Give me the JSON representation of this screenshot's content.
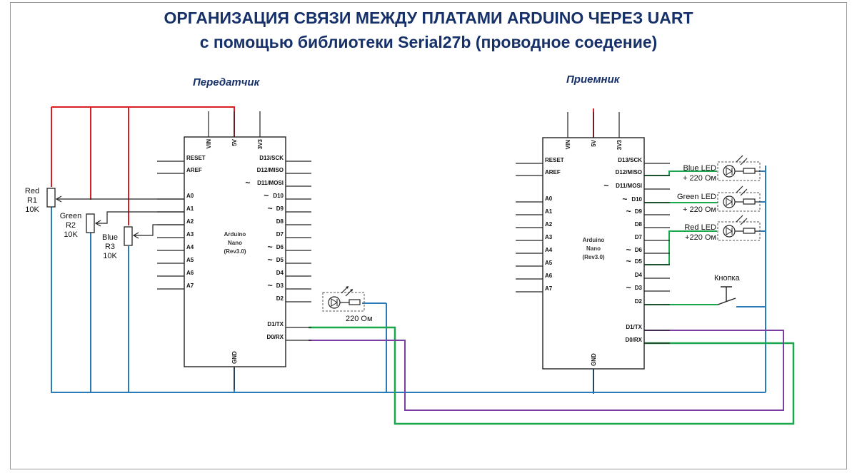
{
  "title": {
    "line1": "ОРГАНИЗАЦИЯ СВЯЗИ МЕЖДУ ПЛАТАМИ ARDUINO ЧЕРЕЗ UART",
    "line2": "с помощью библиотеки Serial27b (проводное соедение)"
  },
  "transmitter": {
    "label": "Передатчик",
    "top_pins": [
      "VIN",
      "5V",
      "3V3"
    ],
    "left_pins": [
      "RESET",
      "AREF",
      "A0",
      "A1",
      "A2",
      "A3",
      "A4",
      "A5",
      "A6",
      "A7"
    ],
    "right_pins": [
      "D13/SCK",
      "D12/MISO",
      "D11/MOSI",
      "D10",
      "D9",
      "D8",
      "D7",
      "D6",
      "D5",
      "D4",
      "D3",
      "D2",
      "D1/TX",
      "D0/RX"
    ],
    "bottom_pin": "GND",
    "chip": [
      "Arduino",
      "Nano",
      "(Rev3.0)"
    ],
    "led_resistor": "220 Ом",
    "pots": [
      {
        "name": "Red",
        "ref": "R1",
        "value": "10K"
      },
      {
        "name": "Green",
        "ref": "R2",
        "value": "10K"
      },
      {
        "name": "Blue",
        "ref": "R3",
        "value": "10K"
      }
    ]
  },
  "receiver": {
    "label": "Приемник",
    "top_pins": [
      "VIN",
      "5V",
      "3V3"
    ],
    "left_pins": [
      "RESET",
      "AREF",
      "A0",
      "A1",
      "A2",
      "A3",
      "A4",
      "A5",
      "A6",
      "A7"
    ],
    "right_pins": [
      "D13/SCK",
      "D12/MISO",
      "D11/MOSI",
      "D10",
      "D9",
      "D8",
      "D7",
      "D6",
      "D5",
      "D4",
      "D3",
      "D2",
      "D1/TX",
      "D0/RX"
    ],
    "bottom_pin": "GND",
    "chip": [
      "Arduino",
      "Nano",
      "(Rev3.0)"
    ],
    "leds": [
      {
        "line1": "Blue LED",
        "line2": "+ 220 Ом"
      },
      {
        "line1": "Green LED",
        "line2": "+ 220 Ом"
      },
      {
        "line1": "Red LED",
        "line2": "+220 Ом"
      }
    ],
    "button": "Кнопка"
  },
  "pwm_mark": "~",
  "colors": {
    "title": "#16306a",
    "red_wire": "#d81f26",
    "blue_wire": "#2a7ab8",
    "green_wire": "#1aa64a",
    "purple_wire": "#7a3fa0",
    "black": "#222222"
  }
}
